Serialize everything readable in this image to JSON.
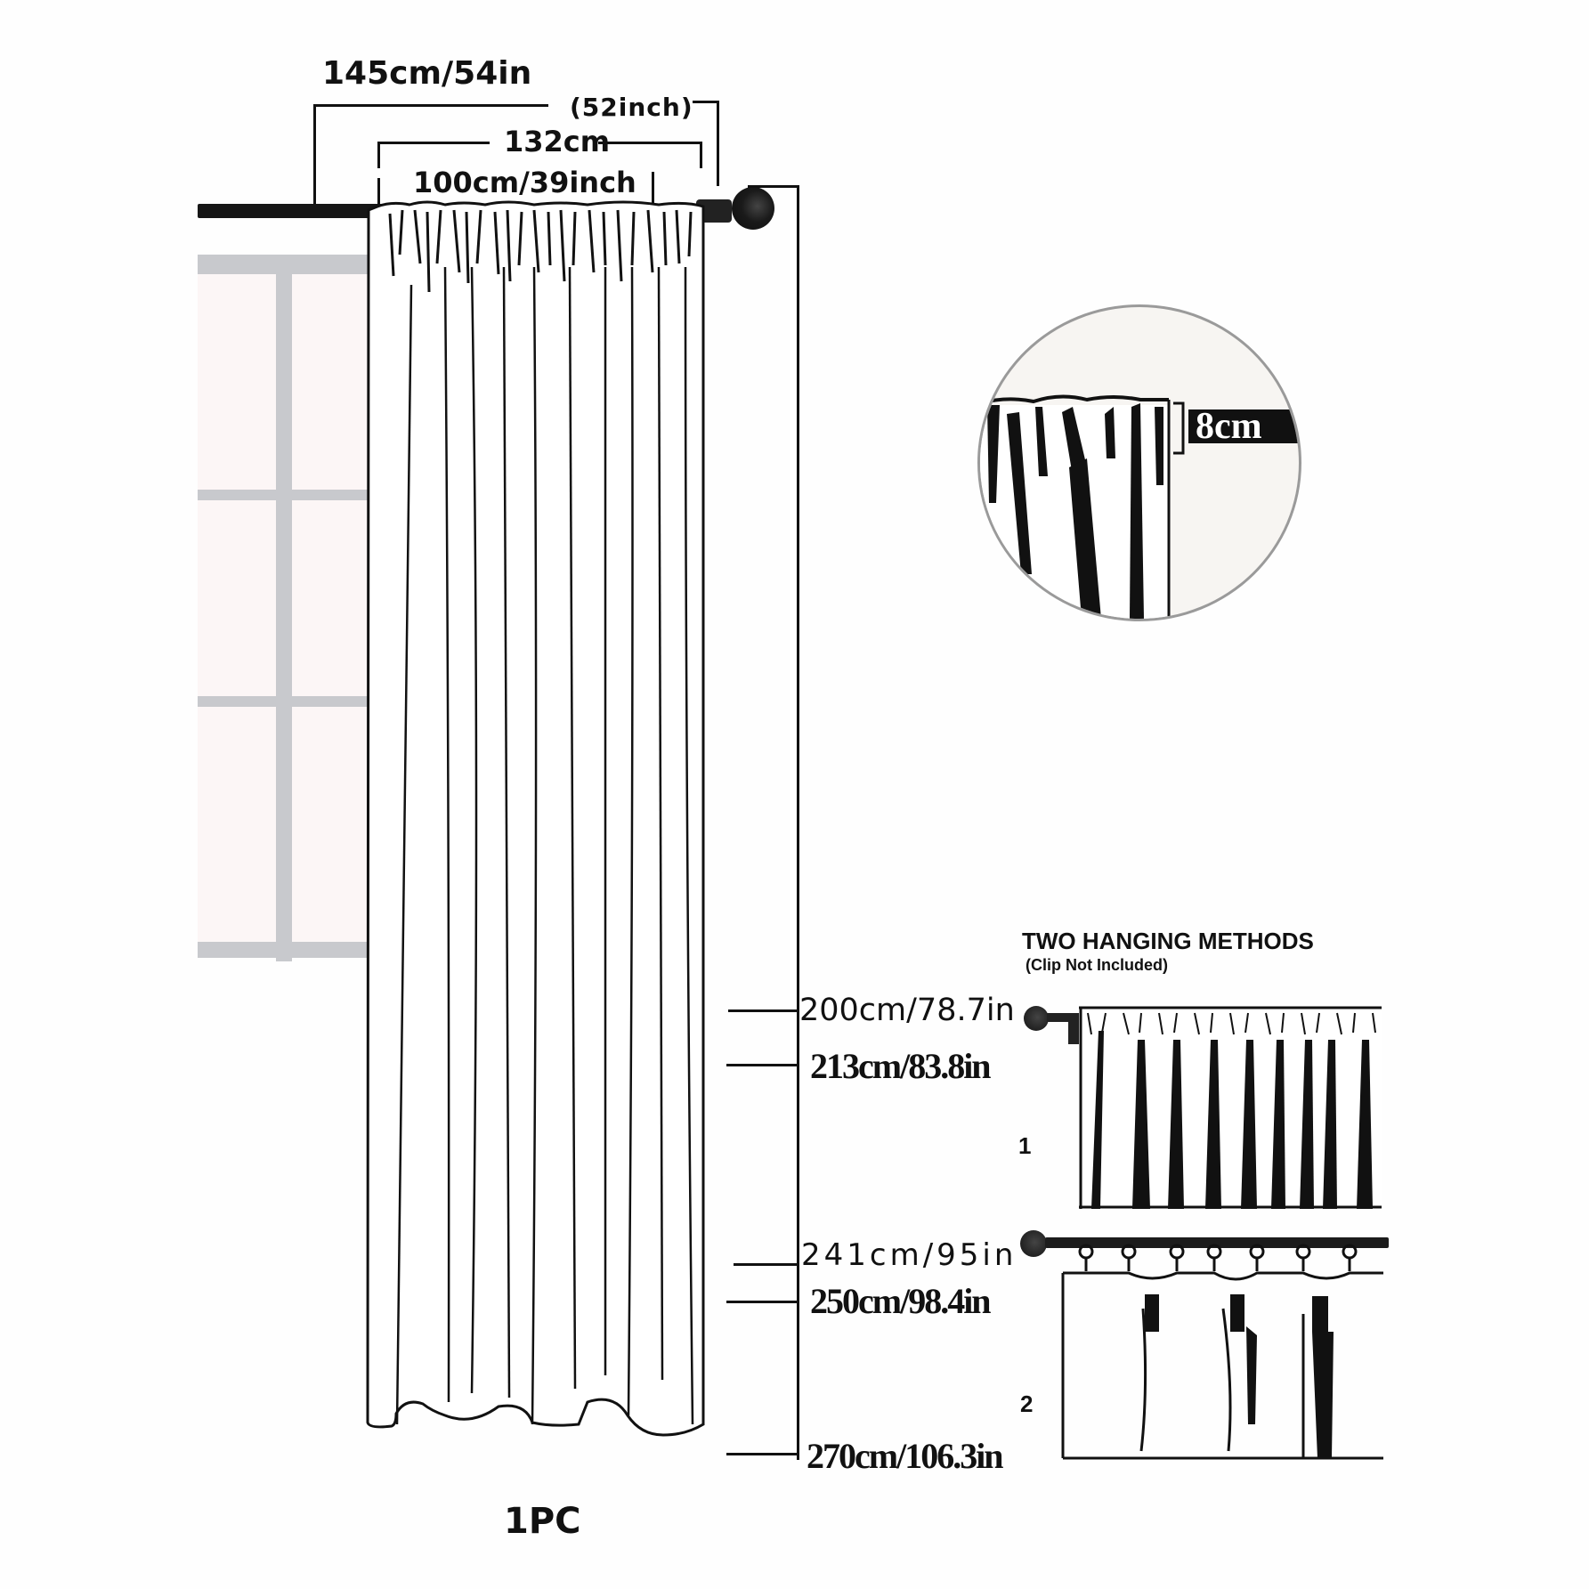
{
  "widths": {
    "rod_width": "145cm/54in",
    "rod_width_inch_alt": "(52inch)",
    "curtain_gathered": "132cm",
    "curtain_panel": "100cm/39inch"
  },
  "detail_callout": {
    "pocket_height": "8cm"
  },
  "lengths": [
    {
      "label": "200cm/78.7in",
      "style": "sans"
    },
    {
      "label": "213cm/83.8in",
      "style": "serif"
    },
    {
      "label": "241cm/95in",
      "style": "sans-spaced"
    },
    {
      "label": "250cm/98.4in",
      "style": "serif"
    },
    {
      "label": "270cm/106.3in",
      "style": "serif"
    }
  ],
  "hanging_methods": {
    "title": "TWO HANGING METHODS",
    "subtitle": "(Clip Not Included)",
    "method_1_number": "1",
    "method_2_number": "2"
  },
  "quantity_label": "1PC",
  "colors": {
    "background": "#fefefe",
    "ink": "#111111",
    "window_frame": "#c8c9cd",
    "window_pane": "#fcf6f6",
    "callout_border": "#9a9a9a",
    "callout_fill": "#f7f5f2"
  }
}
